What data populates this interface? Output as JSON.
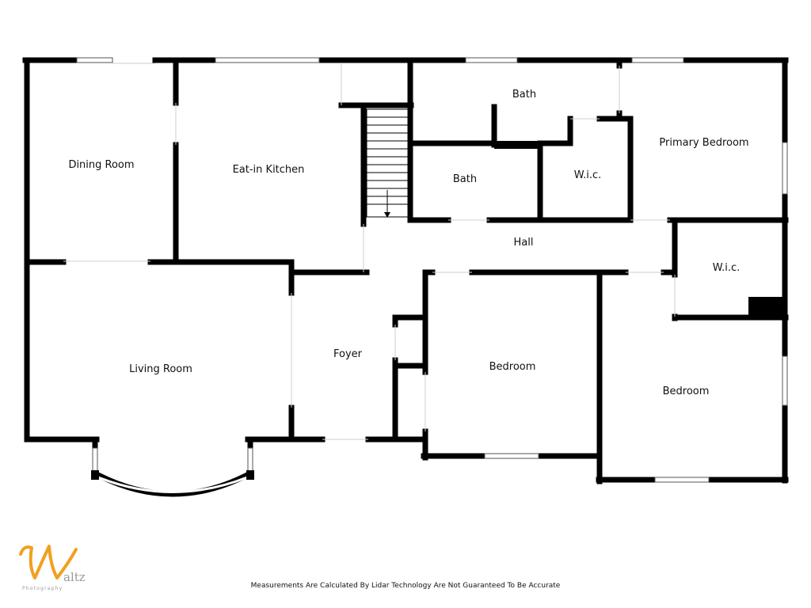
{
  "floorplan": {
    "rooms": [
      {
        "id": "dining-room",
        "label": "Dining Room"
      },
      {
        "id": "eat-in-kitchen",
        "label": "Eat-in Kitchen"
      },
      {
        "id": "bath-upper",
        "label": "Bath"
      },
      {
        "id": "primary-bedroom",
        "label": "Primary Bedroom"
      },
      {
        "id": "bath-lower",
        "label": "Bath"
      },
      {
        "id": "wic-primary",
        "label": "W.i.c."
      },
      {
        "id": "hall",
        "label": "Hall"
      },
      {
        "id": "wic-bedroom",
        "label": "W.i.c."
      },
      {
        "id": "living-room",
        "label": "Living Room"
      },
      {
        "id": "foyer",
        "label": "Foyer"
      },
      {
        "id": "bedroom-center",
        "label": "Bedroom"
      },
      {
        "id": "bedroom-right",
        "label": "Bedroom"
      }
    ]
  },
  "logo": {
    "brand": "altz",
    "tagline": "Photography",
    "accent_color": "#f0a020"
  },
  "disclaimer": "Measurements Are Calculated By Lidar Technology Are Not Guaranteed To Be Accurate"
}
